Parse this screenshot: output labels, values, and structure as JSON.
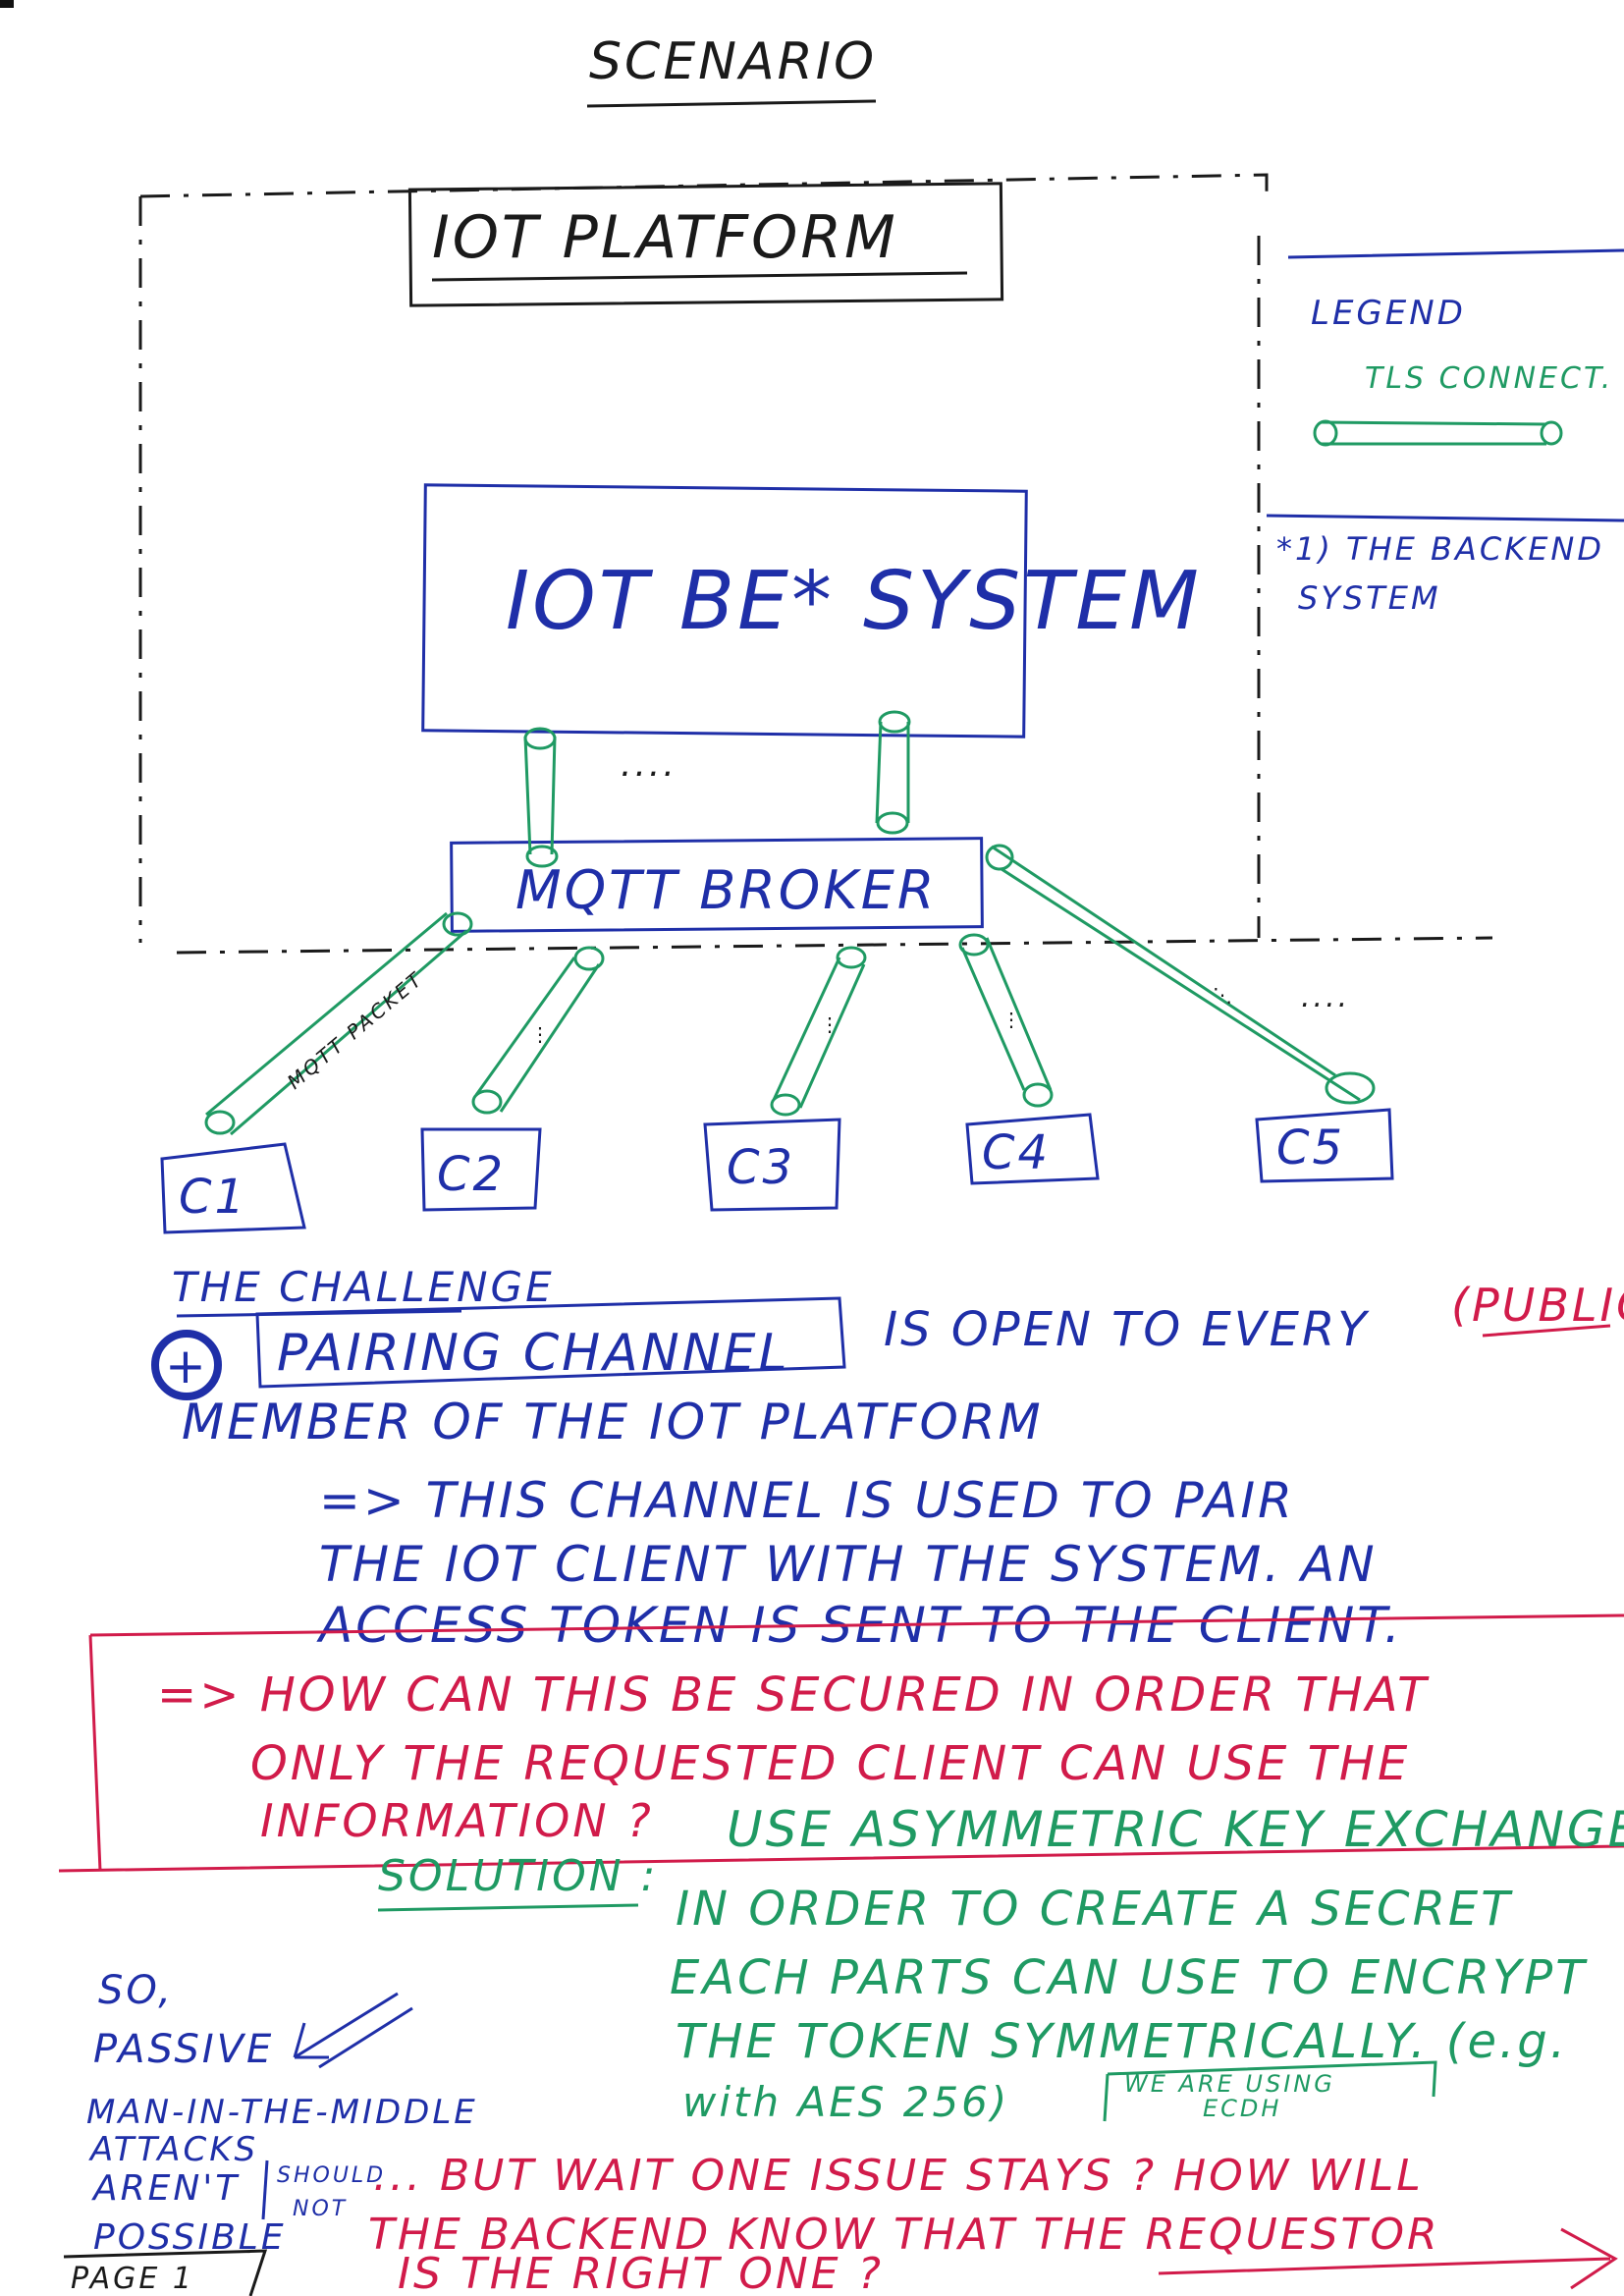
{
  "title": "SCENARIO",
  "platform_label": "IOT PLATFORM",
  "backend_label": "IOT BE* SYSTEM",
  "backend_ellipsis": "....",
  "broker_label": "MQTT BROKER",
  "packet_label": "MQTT PACKET",
  "clients": [
    "C1",
    "C2",
    "C3",
    "C4",
    "C5"
  ],
  "clients_ellipsis": "....",
  "legend": {
    "title": "LEGEND",
    "item": "TLS CONNECT.",
    "footnote_line1": "*1) THE BACKEND",
    "footnote_line2": "SYSTEM"
  },
  "challenge": {
    "heading": "THE CHALLENGE",
    "plus": "+",
    "pairing_box": "PAIRING CHANNEL",
    "line1_rest": "IS OPEN TO EVERY",
    "public": "(PUBLIC)",
    "line2": "MEMBER OF THE IOT PLATFORM",
    "line3": "=> THIS CHANNEL IS USED TO PAIR",
    "line4": "THE IOT CLIENT WITH THE SYSTEM. AN",
    "line5": "ACCESS TOKEN IS SENT TO THE CLIENT."
  },
  "question": {
    "line1": "=> HOW CAN THIS BE SECURED IN ORDER THAT",
    "line2": "ONLY THE REQUESTED CLIENT CAN USE THE",
    "line3": "INFORMATION ?"
  },
  "solution": {
    "label": "SOLUTION :",
    "line1": "USE ASYMMETRIC KEY EXCHANGE",
    "line2": "IN ORDER TO CREATE A SECRET",
    "line3": "EACH PARTS CAN USE TO ENCRYPT",
    "line4": "THE TOKEN SYMMETRICALLY. (e.g.",
    "line5": "with AES 256)",
    "note_line1": "WE ARE USING",
    "note_line2": "ECDH"
  },
  "side_note": {
    "line1": "SO,",
    "line2": "PASSIVE",
    "line3": "MAN-IN-THE-MIDDLE",
    "line4": "ATTACKS",
    "line5": "AREN'T",
    "should": "SHOULD",
    "not": "NOT",
    "line6": "POSSIBLE"
  },
  "issue": {
    "line1": "... BUT WAIT ONE ISSUE STAYS ? HOW WILL",
    "line2": "THE BACKEND KNOW THAT THE REQUESTOR",
    "line3": "IS THE RIGHT ONE ?"
  },
  "page_label": "PAGE 1",
  "colors": {
    "ink_black": "#1a1a1a",
    "ink_blue": "#1f2fa8",
    "ink_green": "#1f9a63",
    "ink_red": "#d11b4a"
  }
}
